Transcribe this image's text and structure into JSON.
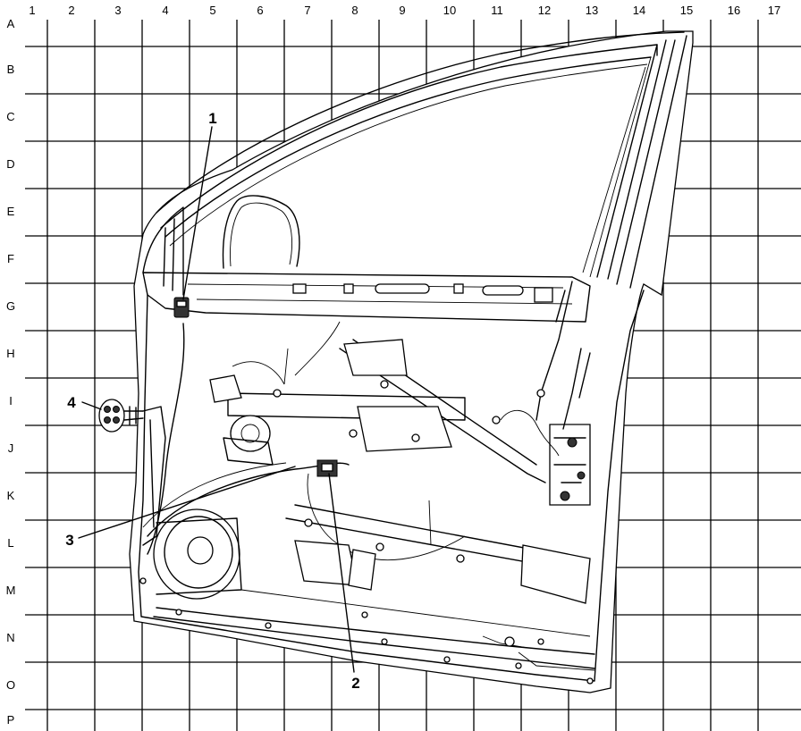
{
  "grid": {
    "columns": [
      "1",
      "2",
      "3",
      "4",
      "5",
      "6",
      "7",
      "8",
      "9",
      "10",
      "11",
      "12",
      "13",
      "14",
      "15",
      "16",
      "17"
    ],
    "rows": [
      "A",
      "B",
      "C",
      "D",
      "E",
      "F",
      "G",
      "H",
      "I",
      "J",
      "K",
      "L",
      "M",
      "N",
      "O",
      "P"
    ]
  },
  "callouts": [
    {
      "id": "1",
      "label": "1"
    },
    {
      "id": "2",
      "label": "2"
    },
    {
      "id": "3",
      "label": "3"
    },
    {
      "id": "4",
      "label": "4"
    }
  ]
}
